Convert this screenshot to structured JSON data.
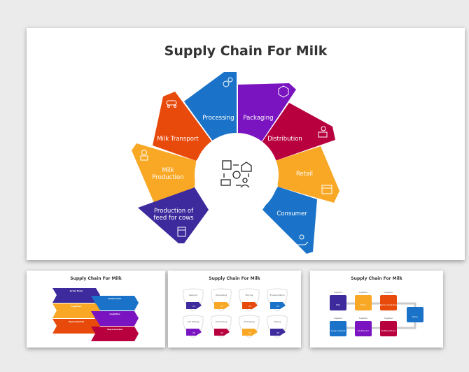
{
  "main": {
    "title": "Supply Chain For Milk",
    "petals": [
      {
        "label": "Processing",
        "color": "#1a73c8",
        "icon": "gears-icon"
      },
      {
        "label": "Packaging",
        "color": "#7a14c0",
        "icon": "box-icon"
      },
      {
        "label": "Distribution",
        "color": "#b8003f",
        "icon": "delivery-person-icon"
      },
      {
        "label": "Retail",
        "color": "#f9a825",
        "icon": "store-icon"
      },
      {
        "label": "Consumer",
        "color": "#1a73c8",
        "icon": "hand-person-icon"
      },
      {
        "label": "Milk Transport",
        "color": "#e84a0c",
        "icon": "tanker-truck-icon"
      },
      {
        "label": "Milk Production",
        "line1": "Milk",
        "line2": "Production",
        "color": "#f9a825",
        "icon": "farmer-icon"
      },
      {
        "label": "Production of feed for cows",
        "line1": "Production of",
        "line2": "feed for cows",
        "color": "#3d2a9c",
        "icon": "feed-bag-icon"
      }
    ],
    "center_icon": "supply-chain-cycle-icon"
  },
  "thumb1": {
    "title": "Supply Chain For Milk",
    "items": [
      {
        "label": "Grain Farm",
        "color": "#3d2a9c"
      },
      {
        "label": "Grain Farm",
        "color": "#1a73c8"
      },
      {
        "label": "Logistics",
        "color": "#f9a825"
      },
      {
        "label": "Logistics",
        "color": "#7a14c0"
      },
      {
        "label": "Supermarket",
        "color": "#e84a0c"
      },
      {
        "label": "Supermarket",
        "color": "#b8003f"
      }
    ]
  },
  "thumb2": {
    "title": "Supply Chain For Milk",
    "items": [
      {
        "label": "Rearing",
        "num": "01",
        "color": "#3d2a9c"
      },
      {
        "label": "Harvesting",
        "num": "02",
        "color": "#f9a825"
      },
      {
        "label": "Storing",
        "num": "03",
        "color": "#e84a0c"
      },
      {
        "label": "Transportation",
        "num": "04",
        "color": "#1a73c8"
      },
      {
        "label": "Lab Testing",
        "num": "05",
        "color": "#7a14c0"
      },
      {
        "label": "Processing",
        "num": "06",
        "color": "#b8003f"
      },
      {
        "label": "Packaging",
        "num": "07",
        "color": "#f9a825"
      },
      {
        "label": "Selling",
        "num": "08",
        "color": "#3d2a9c"
      }
    ]
  },
  "thumb3": {
    "title": "Supply Chain For Milk",
    "supplier": "Supplier",
    "items": [
      {
        "label": "Milk",
        "color": "#3d2a9c"
      },
      {
        "label": "Farm",
        "color": "#f9a825"
      },
      {
        "label": "Tanker Collection",
        "color": "#e84a0c"
      },
      {
        "label": "Dairy",
        "color": "#1a73c8"
      },
      {
        "label": "Bottling Plant",
        "color": "#b8003f"
      },
      {
        "label": "Distributor",
        "color": "#7a14c0"
      },
      {
        "label": "Super market",
        "color": "#1a73c8"
      }
    ]
  }
}
